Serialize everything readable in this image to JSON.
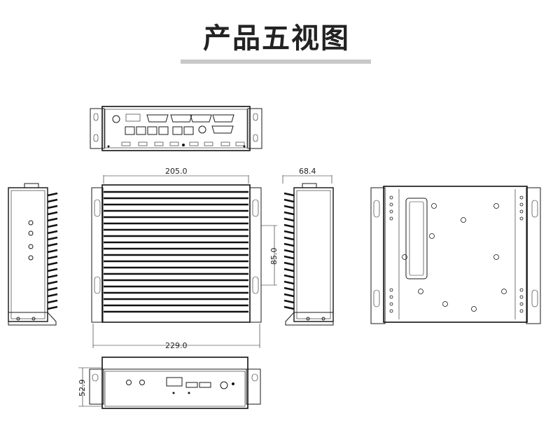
{
  "title": "产品五视图",
  "dimensions": {
    "width_top": "205.0",
    "depth": "68.4",
    "mount_spacing": "85.0",
    "width_overall": "229.0",
    "height": "52.9"
  }
}
